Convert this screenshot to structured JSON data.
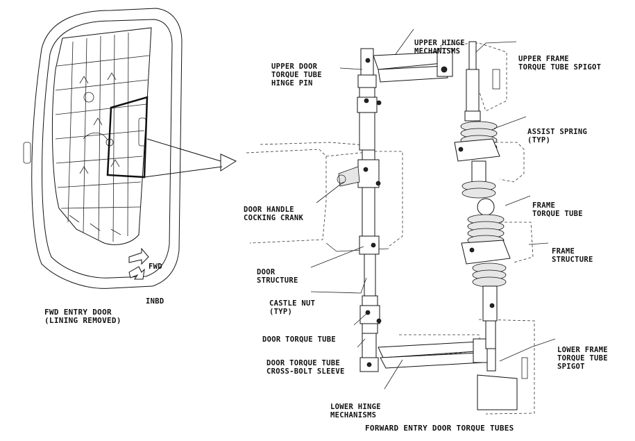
{
  "labels": {
    "upper_hinge": [
      "UPPER HINGE",
      "MECHANISMS"
    ],
    "upper_door_tube": [
      "UPPER DOOR",
      "TORQUE TUBE",
      "HINGE PIN"
    ],
    "upper_frame_spigot": [
      "UPPER FRAME",
      "TORQUE TUBE SPIGOT"
    ],
    "assist_spring": [
      "ASSIST SPRING",
      "(TYP)"
    ],
    "door_handle_crank": [
      "DOOR HANDLE",
      "COCKING CRANK"
    ],
    "frame_torque_tube": [
      "FRAME",
      "TORQUE TUBE"
    ],
    "frame_structure": [
      "FRAME",
      "STRUCTURE"
    ],
    "door_structure": [
      "DOOR",
      "STRUCTURE"
    ],
    "castle_nut": [
      "CASTLE NUT",
      "(TYP)"
    ],
    "door_torque_tube": [
      "DOOR TORQUE TUBE"
    ],
    "cross_bolt_sleeve": [
      "DOOR TORQUE TUBE",
      "CROSS-BOLT SLEEVE"
    ],
    "lower_frame_spigot": [
      "LOWER FRAME",
      "TORQUE TUBE",
      "SPIGOT"
    ],
    "lower_hinge": [
      "LOWER HINGE",
      "MECHANISMS"
    ],
    "fwd": "FWD",
    "inbd": "INBD"
  },
  "captions": {
    "door_view": [
      "FWD ENTRY DOOR",
      "(LINING REMOVED)"
    ],
    "main": "FORWARD ENTRY DOOR TORQUE TUBES"
  }
}
